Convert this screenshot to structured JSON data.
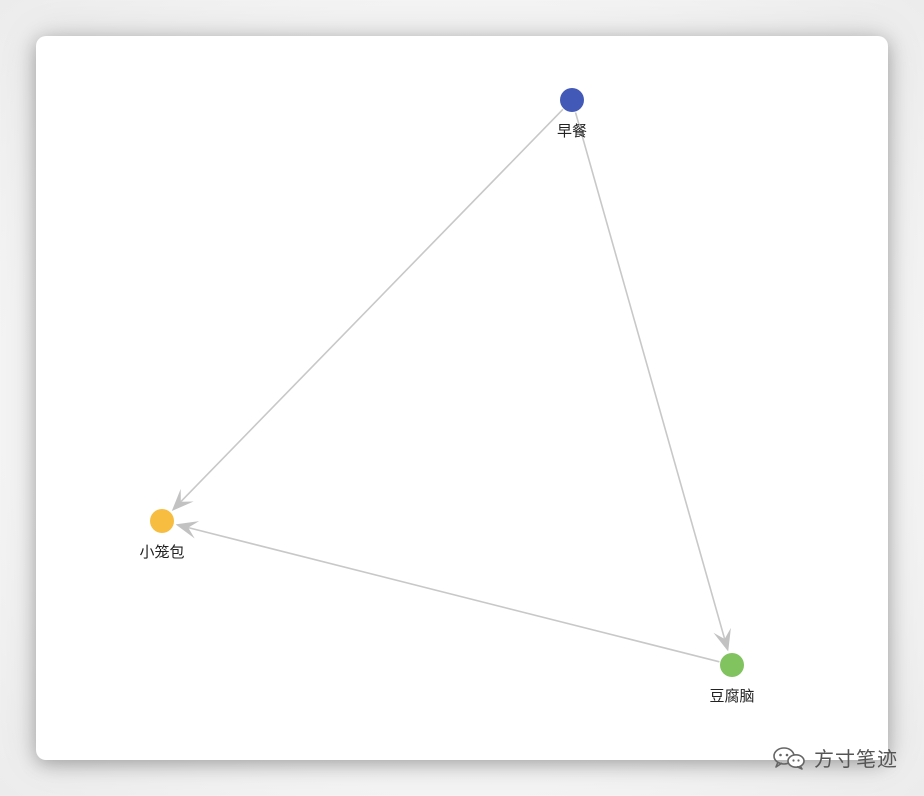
{
  "colors": {
    "edge": "#c8c8c8",
    "arrow": "#c2c2c2",
    "background": "#ffffff"
  },
  "nodes": [
    {
      "id": "breakfast",
      "label": "早餐",
      "color": "#4359b7"
    },
    {
      "id": "xiaolongbao",
      "label": "小笼包",
      "color": "#f7bd40"
    },
    {
      "id": "tofu",
      "label": "豆腐脑",
      "color": "#80c35f"
    }
  ],
  "edges": [
    {
      "source": "breakfast",
      "target": "xiaolongbao"
    },
    {
      "source": "breakfast",
      "target": "tofu"
    },
    {
      "source": "tofu",
      "target": "xiaolongbao"
    }
  ],
  "watermark": {
    "icon": "wechat-icon",
    "text": "方寸笔迹"
  }
}
